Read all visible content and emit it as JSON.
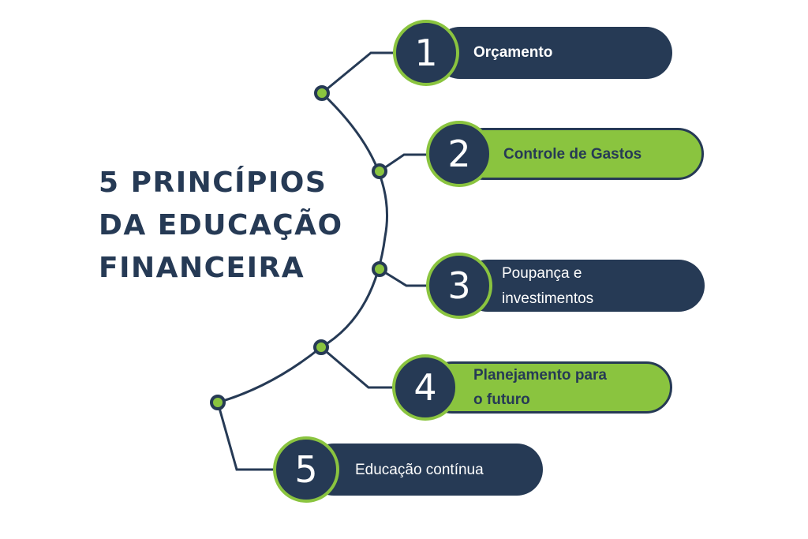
{
  "title": {
    "line1": "5 PRINCÍPIOS",
    "line2": "DA EDUCAÇÃO",
    "line3": "FINANCEIRA"
  },
  "colors": {
    "navy": "#263a55",
    "green": "#8ac43f",
    "background": "#ffffff"
  },
  "items": [
    {
      "number": "1",
      "line1": "Orçamento",
      "line2": ""
    },
    {
      "number": "2",
      "line1": "Controle de Gastos",
      "line2": ""
    },
    {
      "number": "3",
      "line1": "Poupança e",
      "line2": " investimentos"
    },
    {
      "number": "4",
      "line1": "Planejamento para",
      "line2": "o futuro"
    },
    {
      "number": "5",
      "line1": "Educação contínua",
      "line2": ""
    }
  ]
}
